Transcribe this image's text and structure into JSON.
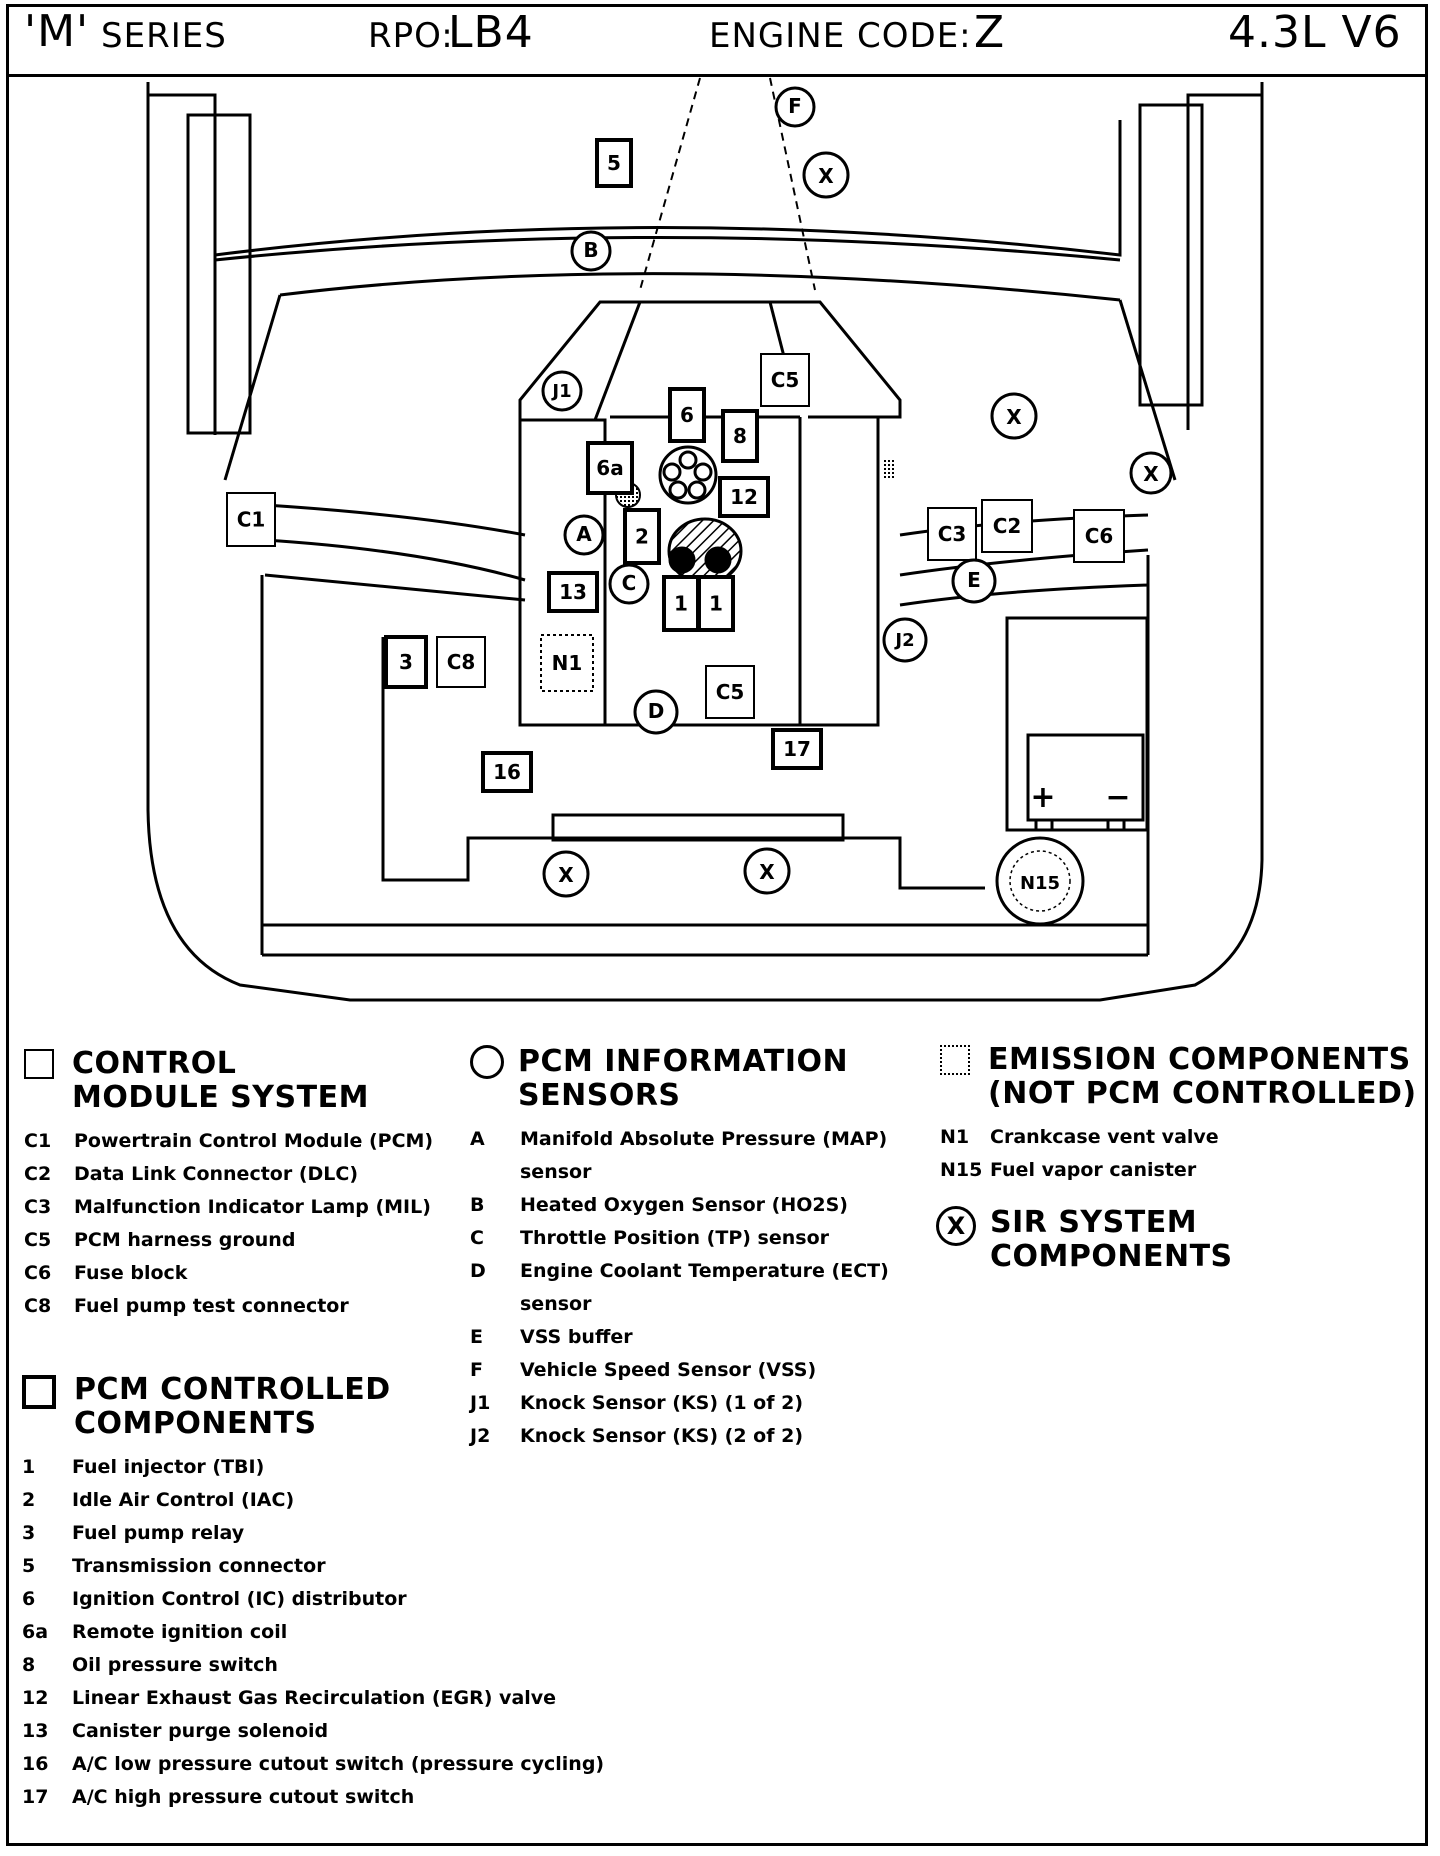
{
  "header": {
    "series_prefix": "'M'",
    "series_suffix": "SERIES",
    "rpo_label": "RPO:",
    "rpo_value": "LB4",
    "engine_code_label": "ENGINE CODE:",
    "engine_code_value": "Z",
    "displacement": "4.3L  V6"
  },
  "diagram_labels": {
    "c1": "C1",
    "c2": "C2",
    "c3": "C3",
    "c5_top": "C5",
    "c5_bottom": "C5",
    "c6": "C6",
    "c8": "C8",
    "n1": "N1",
    "n15": "N15",
    "item_1a": "1",
    "item_1b": "1",
    "item_2": "2",
    "item_3": "3",
    "item_5": "5",
    "item_6": "6",
    "item_6a": "6a",
    "item_8": "8",
    "item_12": "12",
    "item_13": "13",
    "item_16": "16",
    "item_17": "17",
    "sensor_a": "A",
    "sensor_b": "B",
    "sensor_c": "C",
    "sensor_d": "D",
    "sensor_e": "E",
    "sensor_f": "F",
    "sensor_j1": "J1",
    "sensor_j2": "J2",
    "sir": "X",
    "battery_plus": "+",
    "battery_minus": "−"
  },
  "legend": {
    "control_module": {
      "title": "CONTROL MODULE SYSTEM",
      "items": [
        {
          "code": "C1",
          "text": "Powertrain Control Module (PCM)"
        },
        {
          "code": "C2",
          "text": "Data Link Connector (DLC)"
        },
        {
          "code": "C3",
          "text": "Malfunction Indicator Lamp (MIL)"
        },
        {
          "code": "C5",
          "text": "PCM harness ground"
        },
        {
          "code": "C6",
          "text": "Fuse block"
        },
        {
          "code": "C8",
          "text": "Fuel pump test connector"
        }
      ]
    },
    "pcm_controlled": {
      "title": "PCM CONTROLLED COMPONENTS",
      "items": [
        {
          "code": "1",
          "text": "Fuel injector (TBI)"
        },
        {
          "code": "2",
          "text": "Idle Air Control (IAC)"
        },
        {
          "code": "3",
          "text": "Fuel pump relay"
        },
        {
          "code": "5",
          "text": "Transmission connector"
        },
        {
          "code": "6",
          "text": "Ignition Control (IC) distributor"
        },
        {
          "code": "6a",
          "text": "Remote ignition coil"
        },
        {
          "code": "8",
          "text": "Oil pressure switch"
        },
        {
          "code": "12",
          "text": "Linear Exhaust Gas Recirculation (EGR) valve"
        },
        {
          "code": "13",
          "text": "Canister purge solenoid"
        },
        {
          "code": "16",
          "text": "A/C low pressure cutout switch (pressure cycling)"
        },
        {
          "code": "17",
          "text": "A/C high pressure cutout switch"
        }
      ]
    },
    "pcm_sensors": {
      "title": "PCM INFORMATION SENSORS",
      "items": [
        {
          "code": "A",
          "text": "Manifold Absolute Pressure (MAP)"
        },
        {
          "code": "",
          "text": "sensor"
        },
        {
          "code": "B",
          "text": "Heated Oxygen Sensor (HO2S)"
        },
        {
          "code": "C",
          "text": "Throttle Position (TP) sensor"
        },
        {
          "code": "D",
          "text": "Engine Coolant Temperature (ECT)"
        },
        {
          "code": "",
          "text": "sensor"
        },
        {
          "code": "E",
          "text": "VSS buffer"
        },
        {
          "code": "F",
          "text": "Vehicle Speed Sensor (VSS)"
        },
        {
          "code": "J1",
          "text": "Knock Sensor (KS) (1 of 2)"
        },
        {
          "code": "J2",
          "text": "Knock Sensor (KS) (2 of 2)"
        }
      ]
    },
    "emission": {
      "title": "EMISSION COMPONENTS (NOT PCM CONTROLLED)",
      "items": [
        {
          "code": "N1",
          "text": "Crankcase vent valve"
        },
        {
          "code": "N15",
          "text": "Fuel vapor canister"
        }
      ]
    },
    "sir": {
      "symbol": "X",
      "title": "SIR SYSTEM COMPONENTS"
    }
  }
}
